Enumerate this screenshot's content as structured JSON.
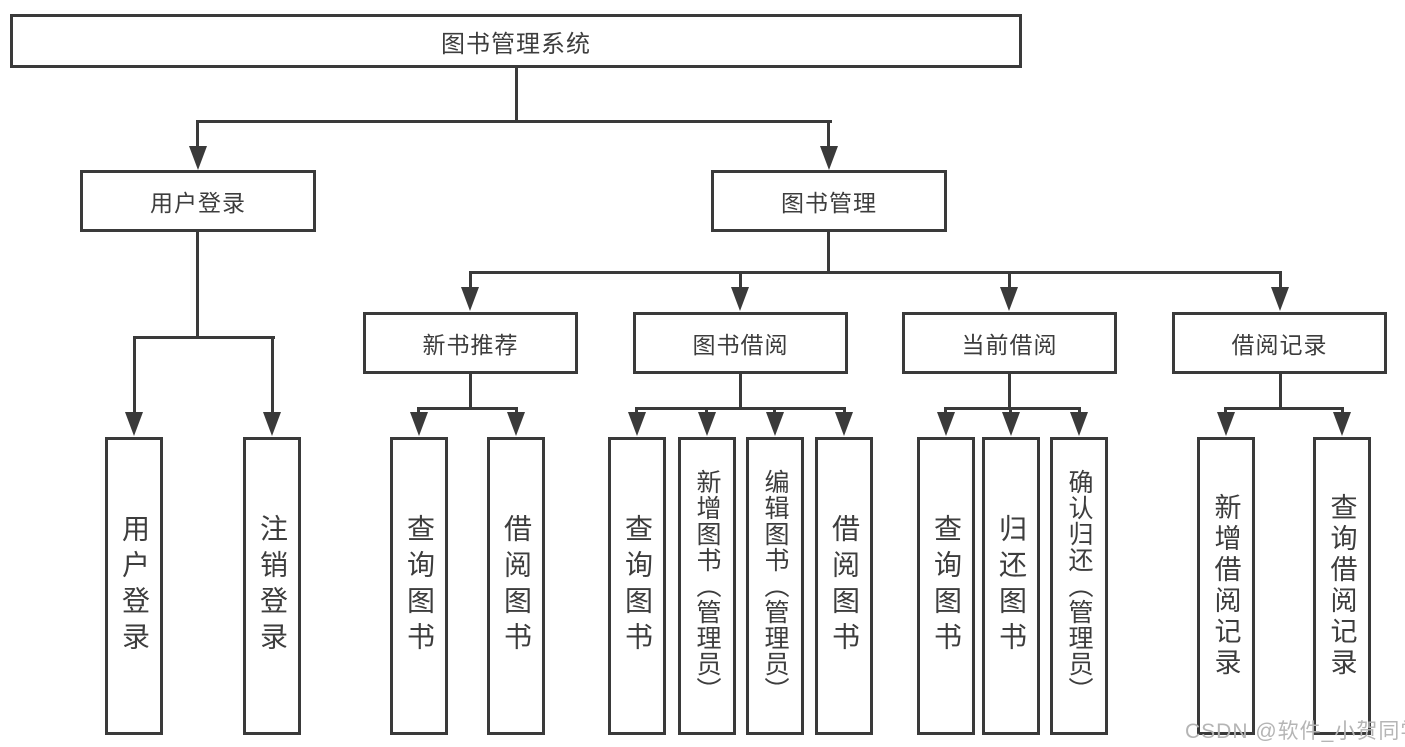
{
  "diagram": {
    "root": {
      "label": "图书管理系统"
    },
    "branches": [
      {
        "label": "用户登录",
        "children": [
          {
            "label": "用户登录"
          },
          {
            "label": "注销登录"
          }
        ]
      },
      {
        "label": "图书管理",
        "children": [
          {
            "label": "新书推荐",
            "children": [
              {
                "label": "查询图书"
              },
              {
                "label": "借阅图书"
              }
            ]
          },
          {
            "label": "图书借阅",
            "children": [
              {
                "label": "查询图书"
              },
              {
                "label": "新增图书（管理员）"
              },
              {
                "label": "编辑图书（管理员）"
              },
              {
                "label": "借阅图书"
              }
            ]
          },
          {
            "label": "当前借阅",
            "children": [
              {
                "label": "查询图书"
              },
              {
                "label": "归还图书"
              },
              {
                "label": "确认归还（管理员）"
              }
            ]
          },
          {
            "label": "借阅记录",
            "children": [
              {
                "label": "新增借阅记录"
              },
              {
                "label": "查询借阅记录"
              }
            ]
          }
        ]
      }
    ]
  },
  "watermark": {
    "text": "CSDN @软件_小贺同学"
  },
  "colors": {
    "line": "#3a3a3a",
    "text": "#3d3d3d",
    "watermark": "#b5b5b5"
  }
}
